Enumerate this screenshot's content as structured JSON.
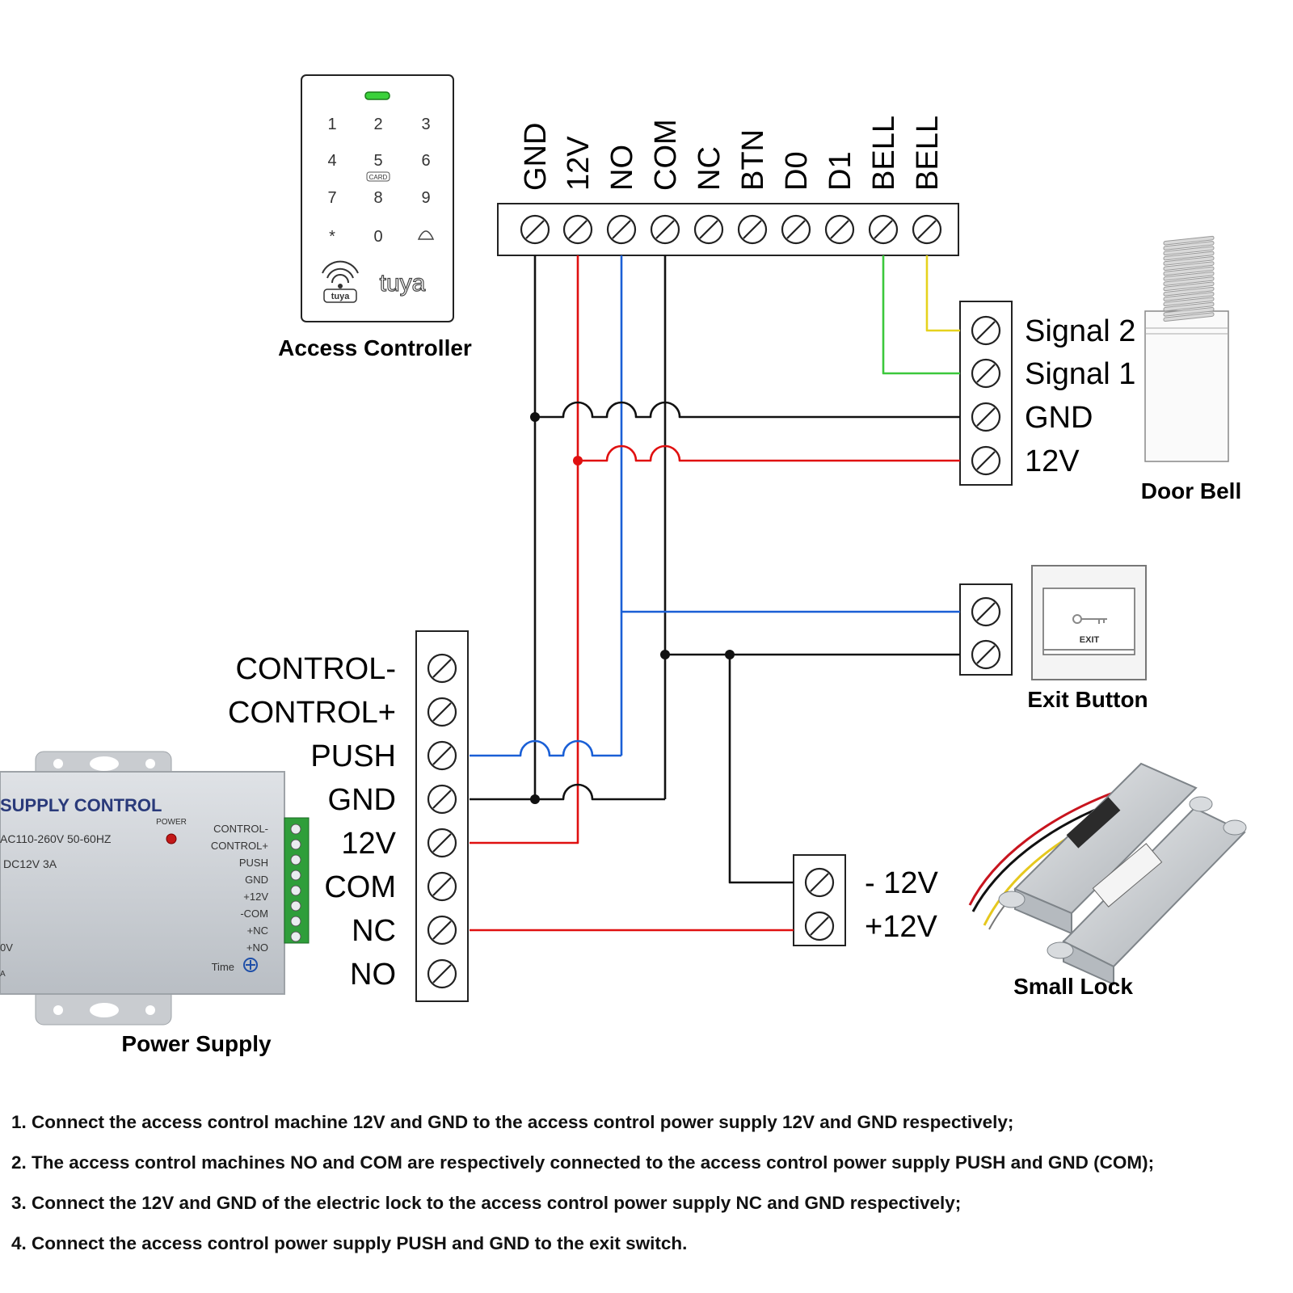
{
  "access_controller": {
    "caption": "Access Controller",
    "keys": [
      "1",
      "2",
      "3",
      "4",
      "5",
      "6",
      "7",
      "8",
      "9",
      "*",
      "0"
    ],
    "card_label": "CARD",
    "brand": "tuya",
    "badge": "tuya",
    "terminals": [
      "GND",
      "12V",
      "NO",
      "COM",
      "NC",
      "BTN",
      "D0",
      "D1",
      "BELL",
      "BELL"
    ]
  },
  "power_supply": {
    "caption": "Power Supply",
    "terminals": [
      "CONTROL-",
      "CONTROL+",
      "PUSH",
      "GND",
      "12V",
      "COM",
      "NC",
      "NO"
    ],
    "device_text": {
      "title": "SUPPLY CONTROL",
      "input": "AC110-260V 50-60HZ",
      "output": "DC12V  3A",
      "power": "POWER",
      "time": "Time",
      "side_v": "0V",
      "side_a": "A",
      "labels": [
        "CONTROL-",
        "CONTROL+",
        "PUSH",
        "GND",
        "+12V",
        "-COM",
        "+NC",
        "+NO"
      ]
    }
  },
  "door_bell": {
    "caption": "Door Bell",
    "terminals": [
      "Signal 2",
      "Signal 1",
      "GND",
      "12V"
    ]
  },
  "exit_button": {
    "caption": "Exit Button",
    "label": "EXIT"
  },
  "small_lock": {
    "caption": "Small Lock",
    "terminals": [
      "- 12V",
      "+12V"
    ]
  },
  "wire_colors": {
    "black": "#111111",
    "red": "#e01010",
    "blue": "#1a5fd6",
    "green": "#3cc83c",
    "yellow": "#e6d21e"
  },
  "notes": [
    "1. Connect the access control machine 12V and GND to the access control power supply 12V and GND respectively;",
    "2. The access control machines NO and COM are respectively connected to the access control power supply PUSH and GND (COM);",
    "3. Connect the 12V and GND of the electric lock to the access control power supply NC and GND respectively;",
    "4. Connect the access control power supply PUSH and GND to the exit switch."
  ]
}
